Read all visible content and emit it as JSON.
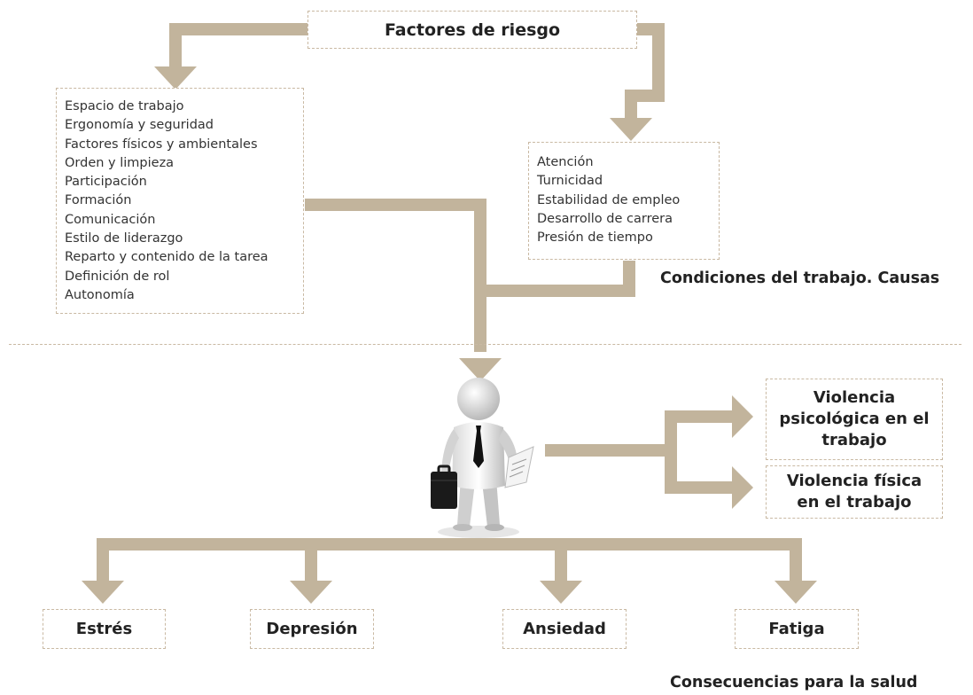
{
  "colors": {
    "arrow": "#c2b49c",
    "border": "#c9b9a3",
    "text": "#222222"
  },
  "top": {
    "title": "Factores de riesgo"
  },
  "left_list": {
    "items": [
      "Espacio de trabajo",
      "Ergonomía y seguridad",
      "Factores físicos y ambientales",
      "Orden y limpieza",
      "Participación",
      "Formación",
      "Comunicación",
      "Estilo de liderazgo",
      "Reparto y contenido de la tarea",
      "Definición de rol",
      "Autonomía"
    ]
  },
  "right_list": {
    "items": [
      "Atención",
      "Turnicidad",
      "Estabilidad de empleo",
      "Desarrollo de carrera",
      "Presión de tiempo"
    ]
  },
  "headings": {
    "causes": "Condiciones del trabajo. Causas",
    "consequences": "Consecuencias para la salud"
  },
  "violence": {
    "psychological": "Violencia psicológica en el trabajo",
    "physical": "Violencia física en el trabajo"
  },
  "consequences": [
    "Estrés",
    "Depresión",
    "Ansiedad",
    "Fatiga"
  ],
  "figure": {
    "icon": "businessman-with-briefcase-icon"
  }
}
